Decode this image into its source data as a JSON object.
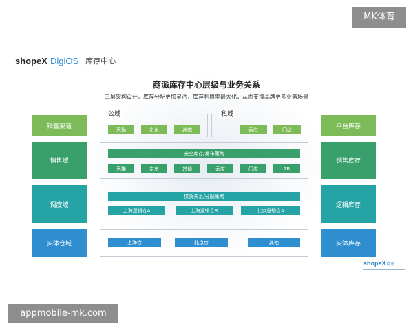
{
  "watermark_top": "MK体育",
  "watermark_bottom": "appmobile-mk.com",
  "brand": {
    "shopex": "shopeX",
    "digios": "DigiOS",
    "cn": "库存中心"
  },
  "title": "商派库存中心层级与业务关系",
  "subtitle": "三层架构设计，库存分配更加灵活，库存利用率最大化，从而支撑品牌更多业务场景",
  "left_labels": [
    "销售渠道",
    "销售域",
    "调度域",
    "实体仓域"
  ],
  "right_labels": [
    "平台库存",
    "销售库存",
    "逻辑库存",
    "实体库存"
  ],
  "public_domain": {
    "label": "公域",
    "chips": [
      "天猫",
      "京东",
      "其他"
    ]
  },
  "private_domain": {
    "label": "私域",
    "chips": [
      "云店",
      "门店"
    ]
  },
  "sales_domain": {
    "bar": "安全库存/发布策略",
    "chips": [
      "天猫",
      "京东",
      "其他",
      "云店",
      "门店",
      "2B"
    ]
  },
  "dispatch_domain": {
    "bar": "供货关系/分配策略",
    "chips": [
      "上海逻辑仓A",
      "上海逻辑仓B",
      "北京逻辑仓A"
    ]
  },
  "physical_domain": {
    "chips": [
      "上海仓",
      "北京仓",
      "其他"
    ]
  },
  "bottom_logo": {
    "text": "shopeX",
    "cn": "商派"
  },
  "colors": {
    "light_green": "#7cbb57",
    "green": "#3aa06b",
    "teal": "#25a3a5",
    "blue": "#2e8ed0"
  }
}
